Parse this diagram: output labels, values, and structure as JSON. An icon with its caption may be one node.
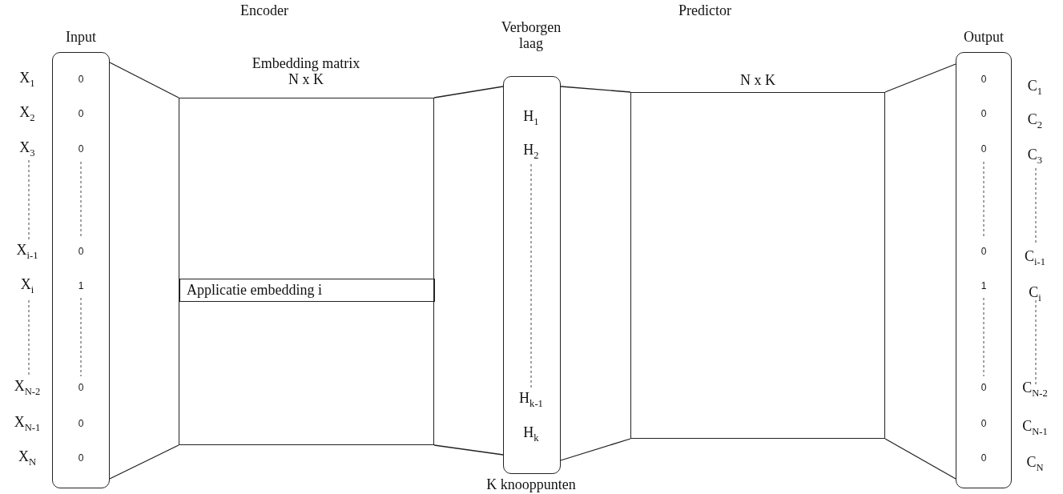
{
  "diagram": {
    "nodes": [
      {
        "text": [
          "Input",
          "0",
          "0",
          "0",
          "0",
          "1",
          "0",
          "0",
          "0"
        ],
        "beside": [
          "X$_{1}$",
          "X$_{2}$",
          "X$_{3}$",
          "X$_{i-1}$",
          "X$_{i}$",
          "X$_{N-2}$",
          "X$_{N-1}$",
          "X$_{N}$"
        ]
      },
      {
        "text": [
          "Embedding matrix N x K"
        ]
      },
      {
        "text": [
          "Applicatie embedding i"
        ],
        "in": 1
      },
      {
        "text": [
          "Verborgen laag",
          "H$_{1}$",
          "H$_{2}$",
          "H$_{k-1}$",
          "H$_{k}$"
        ],
        "beside": [
          "K knooppunten"
        ]
      },
      {
        "text": [
          "N x K"
        ]
      },
      {
        "text": [
          "Output",
          "0",
          "0",
          "0",
          "0",
          "1",
          "0",
          "0",
          "0"
        ],
        "beside": [
          "C$_{1}$",
          "C$_{2}$",
          "C$_{3}$",
          "C$_{i-1}$",
          "C$_{i}$",
          "C$_{N-2}$",
          "C$_{N-1}$",
          "C$_{N}$"
        ]
      }
    ],
    "edges": [
      {
        "from": 0,
        "to": 1,
        "arrow": "none"
      },
      {
        "from": 0,
        "to": 1,
        "arrow": "none"
      },
      {
        "from": 1,
        "to": 3,
        "arrow": "none"
      },
      {
        "from": 1,
        "to": 3,
        "arrow": "none"
      },
      {
        "from": 3,
        "to": 4,
        "arrow": "none"
      },
      {
        "from": 3,
        "to": 4,
        "arrow": "none"
      },
      {
        "from": 4,
        "to": 5,
        "arrow": "none"
      },
      {
        "from": 4,
        "to": 5,
        "arrow": "none"
      }
    ],
    "labels": [
      "Encoder",
      "Predictor"
    ]
  }
}
